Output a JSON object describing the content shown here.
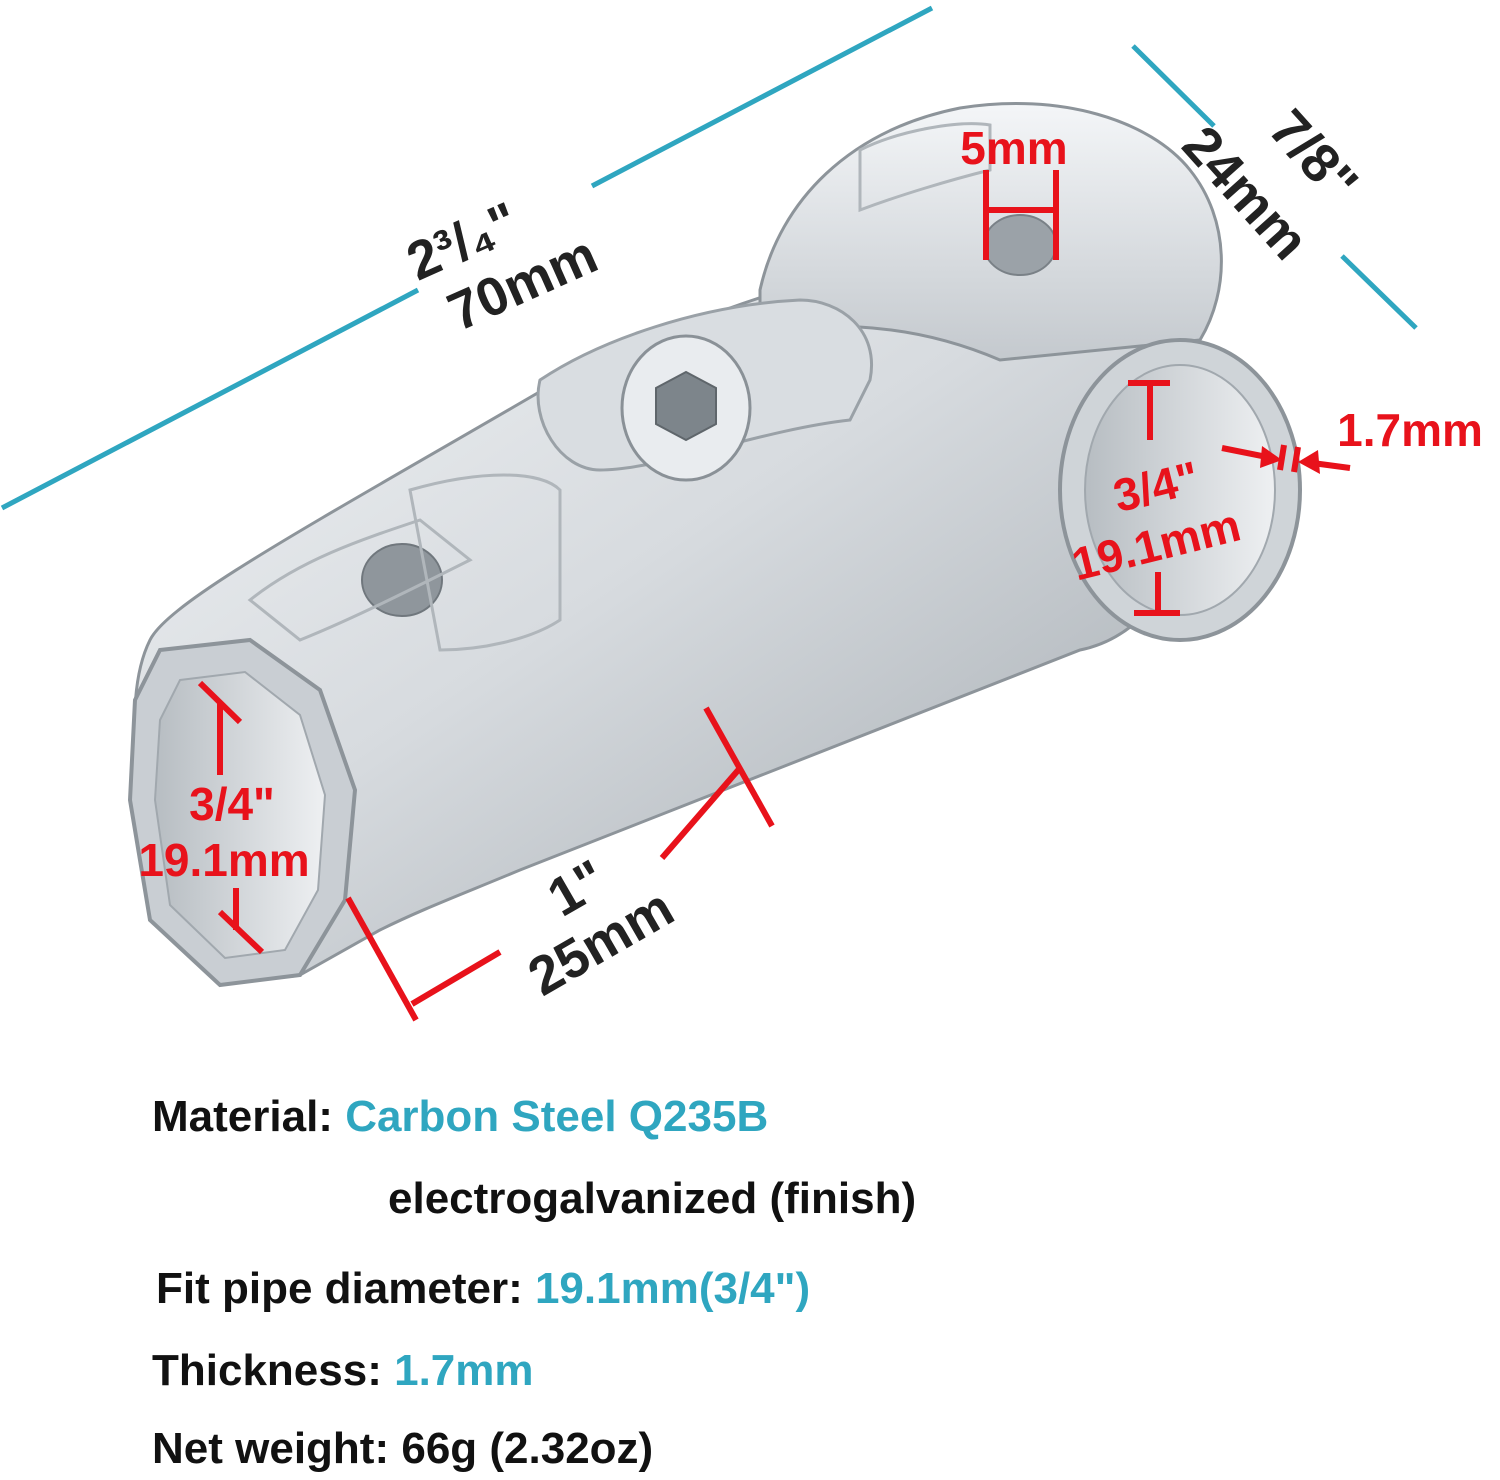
{
  "colors": {
    "accent_teal": "#2fa6c0",
    "dimension_red": "#e8121b",
    "label_black": "#111111",
    "metal_light": "#e4e7ea",
    "metal_mid": "#c3c8cd",
    "metal_dark": "#8d949a"
  },
  "dimensions": {
    "length_in": "2³/₄\"",
    "length_mm": "70mm",
    "width_in": "7/8\"",
    "width_mm": "24mm",
    "hole": "5mm",
    "thickness": "1.7mm",
    "right_in": "3/4\"",
    "right_mm": "19.1mm",
    "left_in": "3/4\"",
    "left_mm": "19.1mm",
    "bottom_in": "1\"",
    "bottom_mm": "25mm"
  },
  "specs": {
    "material_label": "Material:",
    "material_value": "Carbon Steel Q235B",
    "finish": "electrogalvanized (finish)",
    "pipe_label": "Fit pipe diameter:",
    "pipe_value": "19.1mm(3/4\")",
    "thickness_label": "Thickness:",
    "thickness_value": "1.7mm",
    "weight_label": "Net weight:",
    "weight_value": "66g (2.32oz)"
  }
}
